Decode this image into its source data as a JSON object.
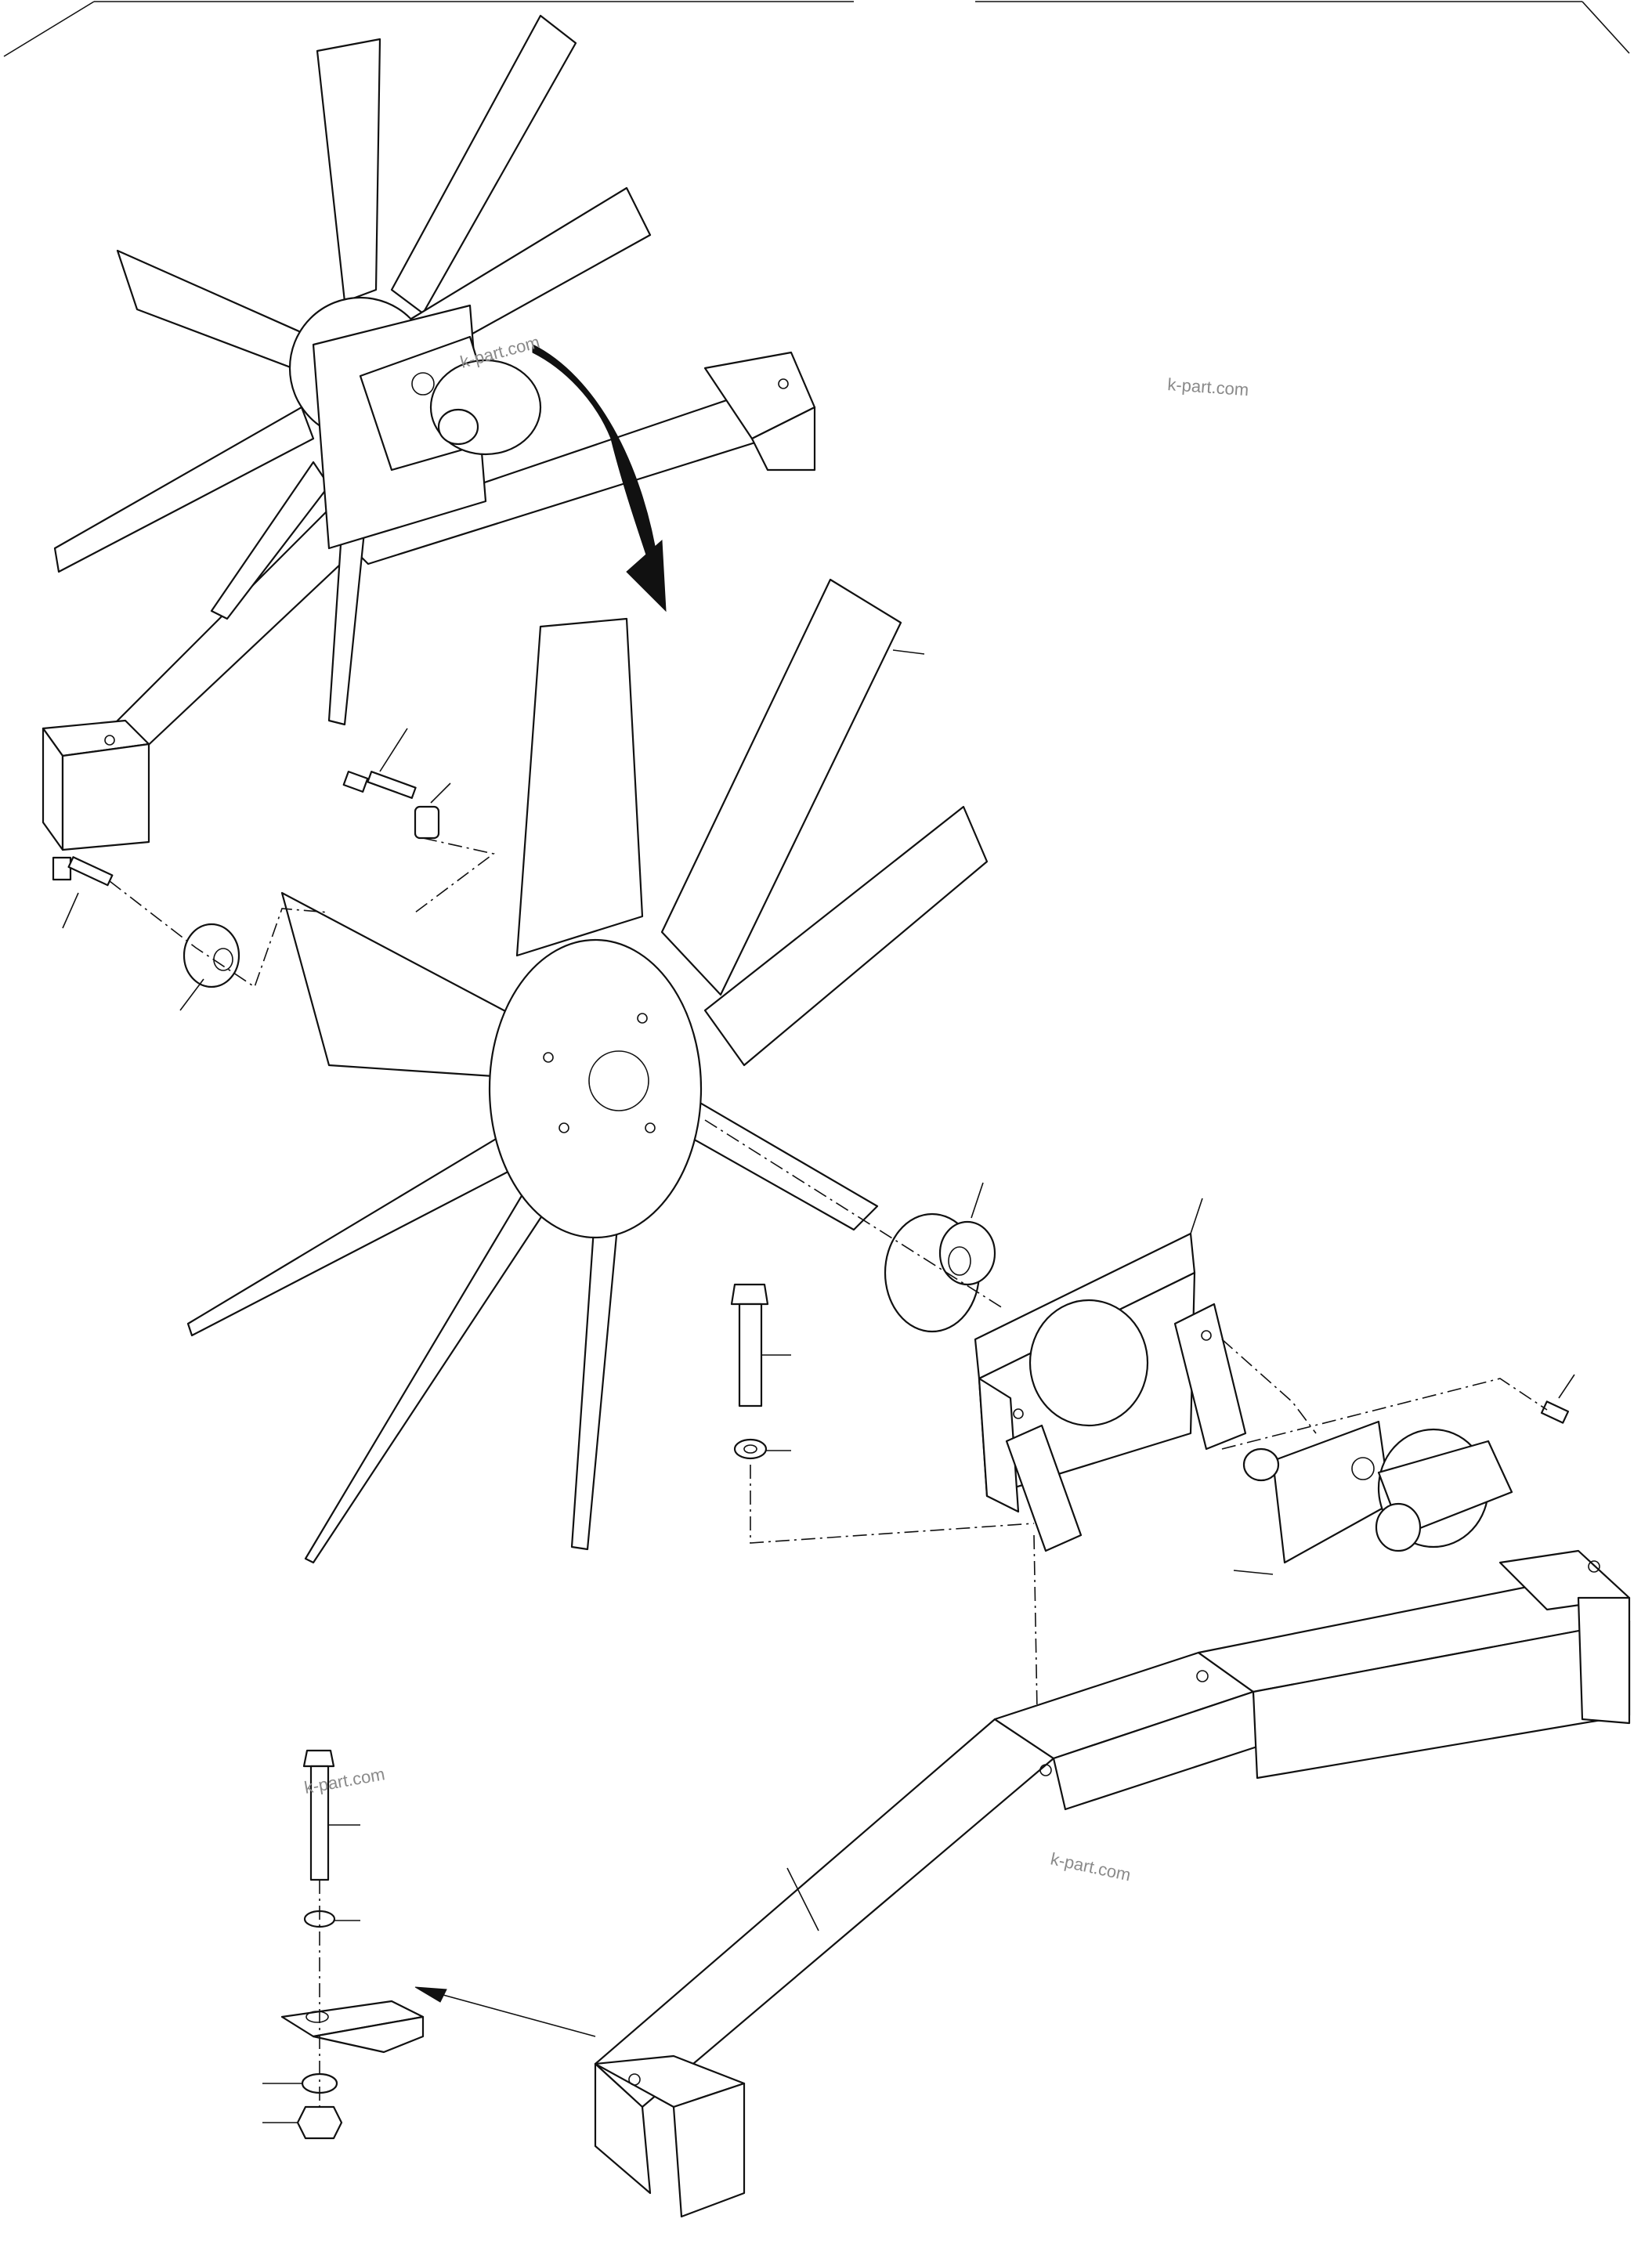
{
  "watermarks": [
    {
      "id": "wm-top-right",
      "text": "k-part.com"
    },
    {
      "id": "wm-top-fan",
      "text": "k-part.com"
    },
    {
      "id": "wm-bottom-bolt",
      "text": "k-part.com"
    },
    {
      "id": "wm-bottom-frame",
      "text": "k-part.com"
    }
  ],
  "icons": [
    "fan-assembly-icon",
    "hydraulic-motor-icon",
    "mounting-bracket-icon",
    "hub-flange-icon",
    "bolt-icon",
    "washer-icon",
    "nut-icon",
    "spacer-icon",
    "support-frame-icon",
    "arrow-icon"
  ],
  "colors": {
    "line": "#111111",
    "background": "#ffffff",
    "watermark": "#8a8a8a"
  }
}
